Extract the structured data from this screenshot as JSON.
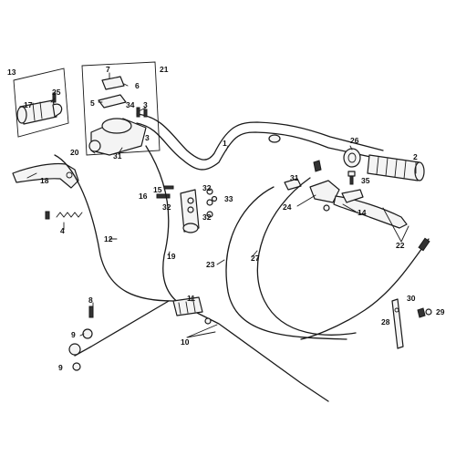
{
  "callouts": [
    "1",
    "2",
    "3",
    "4",
    "5",
    "6",
    "7",
    "8",
    "9",
    "10",
    "11",
    "12",
    "13",
    "14",
    "15",
    "16",
    "17",
    "18",
    "19",
    "20",
    "21",
    "22",
    "23",
    "24",
    "25",
    "26",
    "27",
    "28",
    "29",
    "30",
    "31",
    "32",
    "33",
    "34",
    "35"
  ],
  "label_color": "#111111",
  "line_color": "#1a1a1a"
}
